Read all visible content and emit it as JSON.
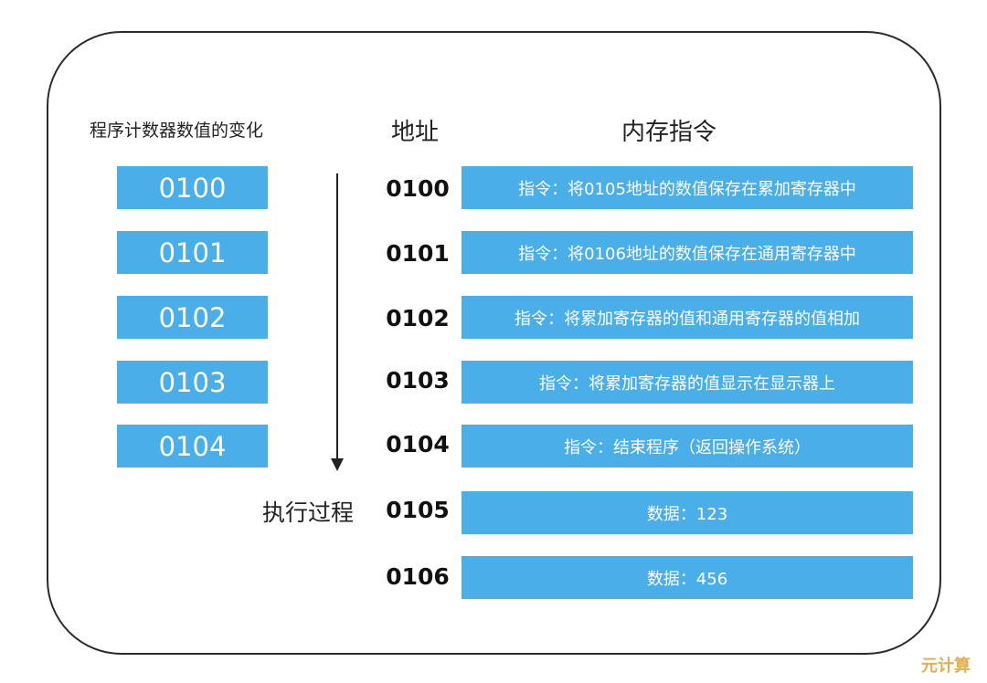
{
  "headers": {
    "pc_title": "程序计数器数值的变化",
    "address_title": "地址",
    "memory_title": "内存指令"
  },
  "pc_values": [
    "0100",
    "0101",
    "0102",
    "0103",
    "0104"
  ],
  "memory_rows": [
    {
      "address": "0100",
      "content": "指令：将0105地址的数值保存在累加寄存器中"
    },
    {
      "address": "0101",
      "content": "指令：将0106地址的数值保存在通用寄存器中"
    },
    {
      "address": "0102",
      "content": "指令：将累加寄存器的值和通用寄存器的值相加"
    },
    {
      "address": "0103",
      "content": "指令：将累加寄存器的值显示在显示器上"
    },
    {
      "address": "0104",
      "content": "指令：结束程序（返回操作系统）"
    },
    {
      "address": "0105",
      "content": "数据：123"
    },
    {
      "address": "0106",
      "content": "数据：456"
    }
  ],
  "execution_label": "执行过程",
  "watermark": "元计算",
  "colors": {
    "box_fill": "#4aaee8",
    "box_text": "#ffffff",
    "frame": "#2b2b2b",
    "watermark": "#e0b050"
  }
}
